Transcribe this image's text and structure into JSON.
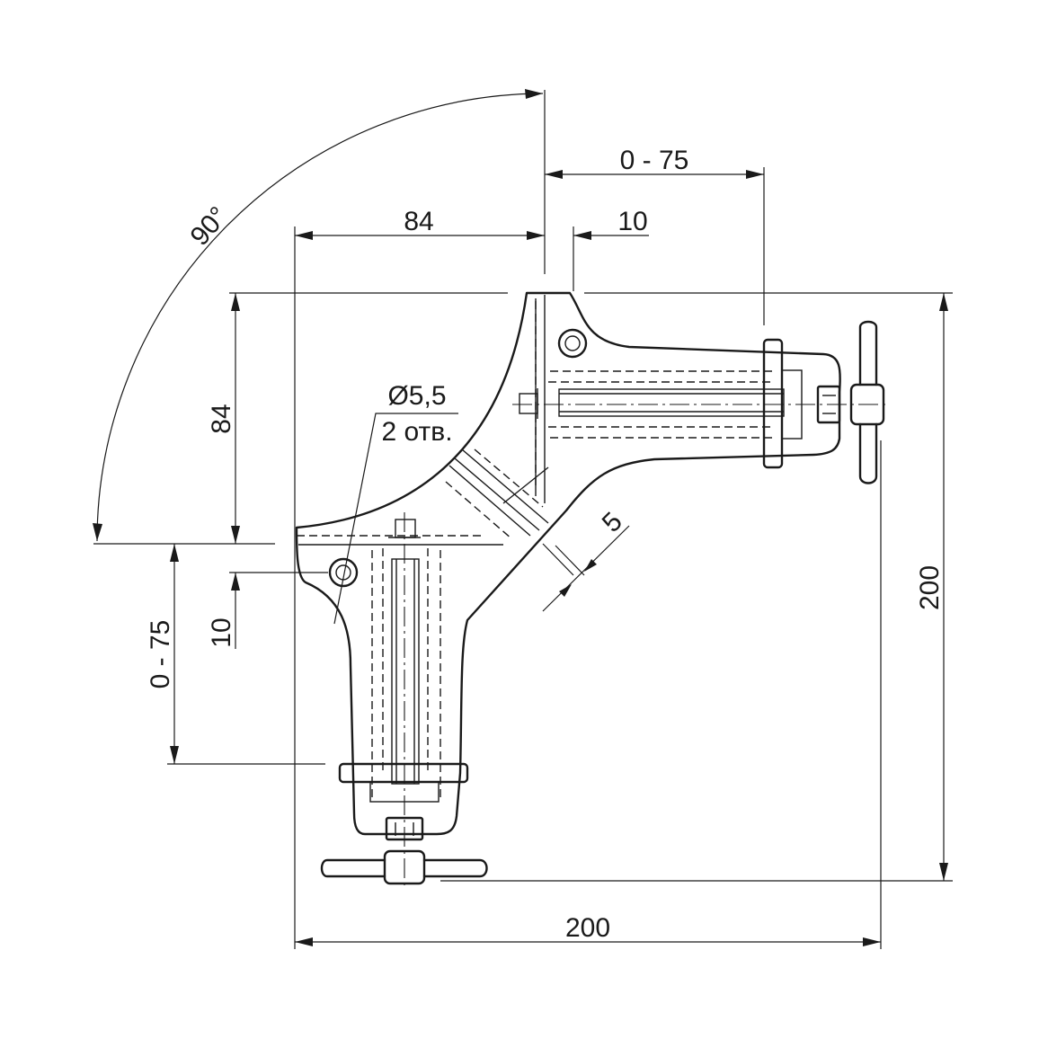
{
  "dimensions": {
    "angle_label": "90°",
    "top_range_label": "0 - 75",
    "width_84_label": "84",
    "offset_10_top_label": "10",
    "height_84_label": "84",
    "hole_diameter_label": "Ø5,5",
    "hole_count_label": "2 отв.",
    "gap_5_label": "5",
    "left_range_label": "0 - 75",
    "offset_10_left_label": "10",
    "overall_height_label": "200",
    "overall_width_label": "200"
  },
  "colors": {
    "line": "#1a1a1a",
    "background": "#ffffff"
  }
}
